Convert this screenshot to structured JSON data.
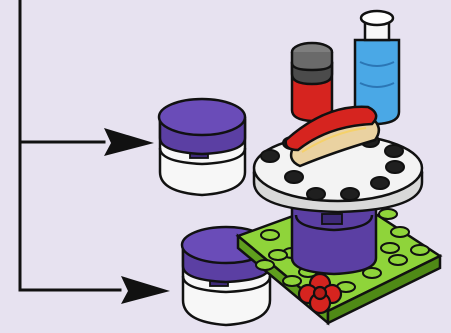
{
  "illustration": {
    "parts": [
      "purple-white-round-brick",
      "purple-white-round-brick",
      "hot-dog-stand-assembly",
      "red-bottle",
      "blue-bottle",
      "hot-dog",
      "green-base-plate",
      "red-flower"
    ],
    "arrows": 2
  },
  "colors": {
    "background": "#e7e2f0",
    "purple": "#5b3fa3",
    "purple_dark": "#3e2a78",
    "white_part": "#f7f7f7",
    "gray_top": "#d9d9d9",
    "lime": "#8fd43a",
    "lime_dark": "#5f9e1e",
    "red": "#d6241f",
    "blue": "#4aa8e6",
    "black_stud": "#1f1f1f"
  }
}
